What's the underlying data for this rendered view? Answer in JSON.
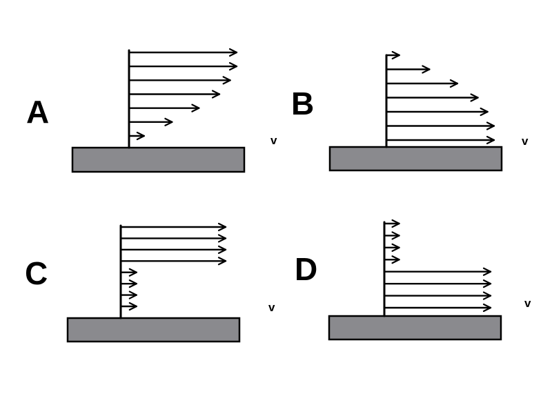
{
  "panels": [
    {
      "id": "A",
      "label": "A",
      "velocity_label": "v",
      "relative_lengths": [
        1.0,
        1.0,
        0.94,
        0.84,
        0.65,
        0.4,
        0.14
      ]
    },
    {
      "id": "B",
      "label": "B",
      "velocity_label": "v",
      "relative_lengths": [
        0.12,
        0.4,
        0.66,
        0.85,
        0.94,
        1.0,
        1.0
      ]
    },
    {
      "id": "C",
      "label": "C",
      "velocity_label": "v",
      "relative_lengths": [
        1.0,
        1.0,
        1.0,
        1.0,
        0.15,
        0.15,
        0.15,
        0.15
      ]
    },
    {
      "id": "D",
      "label": "D",
      "velocity_label": "v",
      "relative_lengths": [
        0.14,
        0.14,
        0.14,
        0.14,
        1.0,
        1.0,
        1.0,
        1.0
      ]
    }
  ]
}
